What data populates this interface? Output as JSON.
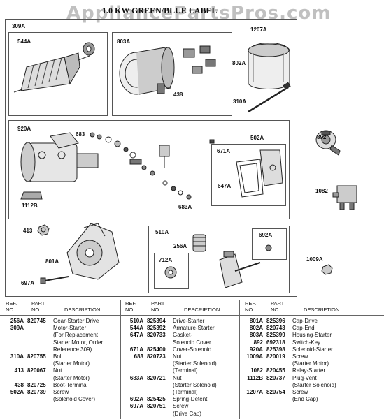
{
  "watermark": "AppliancePartsPros.com",
  "title": "1.0 KW GREEN/BLUE LABEL",
  "callouts": {
    "c309A": "309A",
    "c544A": "544A",
    "c803A": "803A",
    "c1207A": "1207A",
    "c802A": "802A",
    "c438": "438",
    "c310A": "310A",
    "c920A": "920A",
    "c683": "683",
    "c502A": "502A",
    "c892": "892",
    "c671A": "671A",
    "c647A": "647A",
    "c1082": "1082",
    "c1112B": "1112B",
    "c683A": "683A",
    "c413": "413",
    "c510A": "510A",
    "c692A": "692A",
    "c256A": "256A",
    "c712A": "712A",
    "c1009A": "1009A",
    "c801A": "801A",
    "c697A": "697A"
  },
  "headers": {
    "ref": "REF.\nNO.",
    "part": "PART\nNO.",
    "desc": "DESCRIPTION"
  },
  "columns": [
    [
      {
        "ref": "256A",
        "part": "820745",
        "desc": [
          "Gear-Starter Drive"
        ]
      },
      {
        "ref": "309A",
        "part": "",
        "desc": [
          "Motor-Starter",
          "(For Replacement",
          "Starter Motor, Order",
          "Reference 309)"
        ]
      },
      {
        "ref": "310A",
        "part": "820755",
        "desc": [
          "Bolt",
          "(Starter Motor)"
        ]
      },
      {
        "ref": "413",
        "part": "820067",
        "desc": [
          "Nut",
          "(Starter Motor)"
        ]
      },
      {
        "ref": "438",
        "part": "820725",
        "desc": [
          "Boot-Terminal"
        ]
      },
      {
        "ref": "502A",
        "part": "820739",
        "desc": [
          "Screw",
          "(Solenoid Cover)"
        ]
      }
    ],
    [
      {
        "ref": "510A",
        "part": "825394",
        "desc": [
          "Drive-Starter"
        ]
      },
      {
        "ref": "544A",
        "part": "825392",
        "desc": [
          "Armature-Starter"
        ]
      },
      {
        "ref": "647A",
        "part": "820733",
        "desc": [
          "Gasket-",
          "Solenoid Cover"
        ]
      },
      {
        "ref": "671A",
        "part": "825400",
        "desc": [
          "Cover-Solenoid"
        ]
      },
      {
        "ref": "683",
        "part": "820723",
        "desc": [
          "Nut",
          "(Starter Solenoid)",
          "(Terminal)"
        ]
      },
      {
        "ref": "683A",
        "part": "820721",
        "desc": [
          "Nut",
          "(Starter Solenoid)",
          "(Terminal)"
        ]
      },
      {
        "ref": "692A",
        "part": "825425",
        "desc": [
          "Spring-Detent"
        ]
      },
      {
        "ref": "697A",
        "part": "820751",
        "desc": [
          "Screw",
          "(Drive Cap)"
        ]
      }
    ],
    [
      {
        "ref": "801A",
        "part": "825396",
        "desc": [
          "Cap-Drive"
        ]
      },
      {
        "ref": "802A",
        "part": "820743",
        "desc": [
          "Cap-End"
        ]
      },
      {
        "ref": "803A",
        "part": "825399",
        "desc": [
          "Housing-Starter"
        ]
      },
      {
        "ref": "892",
        "part": "692318",
        "desc": [
          "Switch-Key"
        ]
      },
      {
        "ref": "920A",
        "part": "825398",
        "desc": [
          "Solenoid-Starter"
        ]
      },
      {
        "ref": "1009A",
        "part": "820019",
        "desc": [
          "Screw",
          "(Starter Motor)"
        ]
      },
      {
        "ref": "1082",
        "part": "820455",
        "desc": [
          "Relay-Starter"
        ]
      },
      {
        "ref": "1112B",
        "part": "820737",
        "desc": [
          "Plug-Vent",
          "(Starter Solenoid)"
        ]
      },
      {
        "ref": "1207A",
        "part": "820754",
        "desc": [
          "Screw",
          "(End Cap)"
        ]
      }
    ]
  ]
}
